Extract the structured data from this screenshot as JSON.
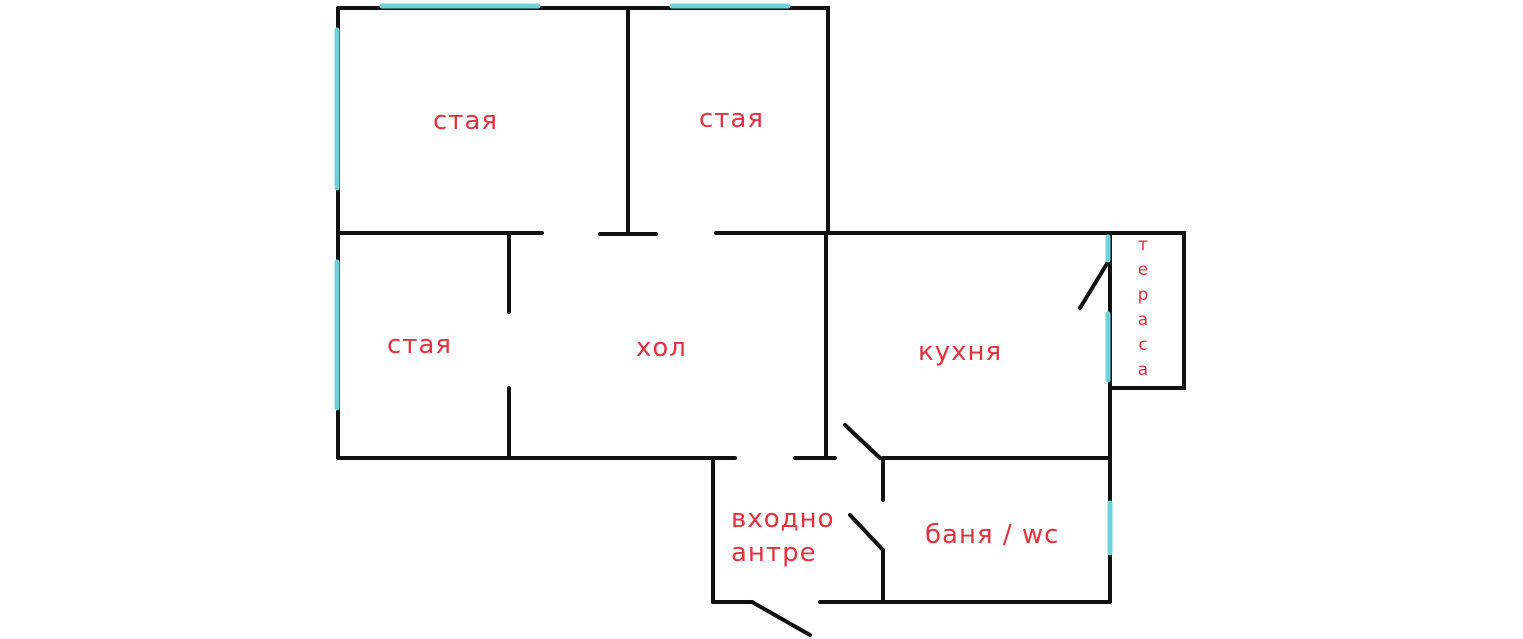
{
  "rooms": {
    "room1": "стая",
    "room2": "стая",
    "room3": "стая",
    "hall": "хол",
    "kitchen": "кухня",
    "entrance_line1": "входно",
    "entrance_line2": "антре",
    "bathroom": "баня / wc",
    "terrace": [
      "т",
      "е",
      "р",
      "а",
      "с",
      "а"
    ]
  },
  "colors": {
    "label": "#e2323f",
    "wall": "#111111",
    "window": "#6fd3dc"
  }
}
